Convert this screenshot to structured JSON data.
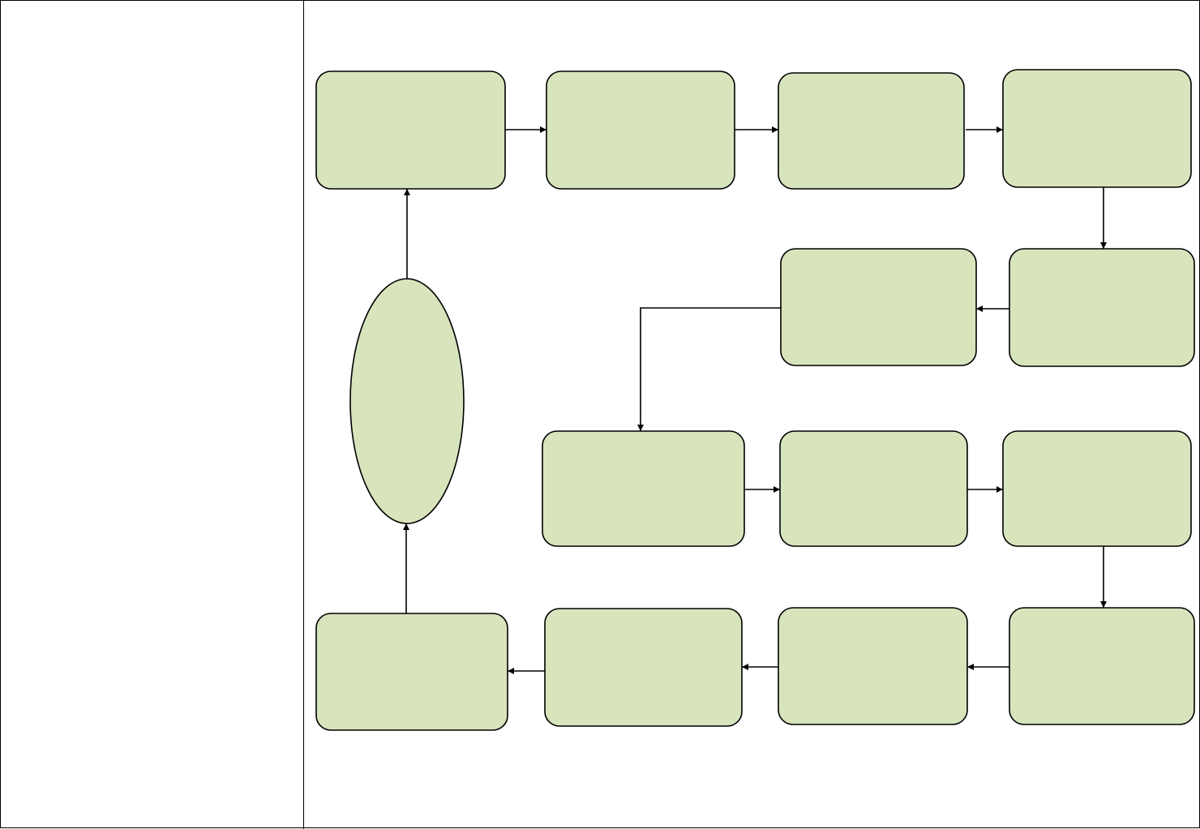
{
  "colors": {
    "node_fill": "#d8e4bc",
    "stroke": "#000000",
    "background": "#ffffff"
  },
  "left_panel": {
    "text": ""
  },
  "flowchart": {
    "nodes": [
      {
        "id": "n1",
        "shape": "rounded-rect",
        "label": ""
      },
      {
        "id": "n2",
        "shape": "rounded-rect",
        "label": ""
      },
      {
        "id": "n3",
        "shape": "rounded-rect",
        "label": ""
      },
      {
        "id": "n4",
        "shape": "rounded-rect",
        "label": ""
      },
      {
        "id": "n5",
        "shape": "rounded-rect",
        "label": ""
      },
      {
        "id": "n6",
        "shape": "rounded-rect",
        "label": ""
      },
      {
        "id": "n7",
        "shape": "rounded-rect",
        "label": ""
      },
      {
        "id": "n8",
        "shape": "rounded-rect",
        "label": ""
      },
      {
        "id": "n9",
        "shape": "rounded-rect",
        "label": ""
      },
      {
        "id": "n10",
        "shape": "rounded-rect",
        "label": ""
      },
      {
        "id": "n11",
        "shape": "rounded-rect",
        "label": ""
      },
      {
        "id": "n12",
        "shape": "rounded-rect",
        "label": ""
      },
      {
        "id": "n13",
        "shape": "rounded-rect",
        "label": ""
      },
      {
        "id": "n14",
        "shape": "ellipse",
        "label": ""
      }
    ],
    "edges": [
      {
        "from": "n1",
        "to": "n2"
      },
      {
        "from": "n2",
        "to": "n3"
      },
      {
        "from": "n3",
        "to": "n4"
      },
      {
        "from": "n4",
        "to": "n5"
      },
      {
        "from": "n5",
        "to": "n6"
      },
      {
        "from": "n6",
        "to": "n7"
      },
      {
        "from": "n7",
        "to": "n8"
      },
      {
        "from": "n8",
        "to": "n9"
      },
      {
        "from": "n9",
        "to": "n10"
      },
      {
        "from": "n10",
        "to": "n11"
      },
      {
        "from": "n11",
        "to": "n12"
      },
      {
        "from": "n12",
        "to": "n13"
      },
      {
        "from": "n13",
        "to": "n14"
      },
      {
        "from": "n14",
        "to": "n1"
      }
    ]
  }
}
